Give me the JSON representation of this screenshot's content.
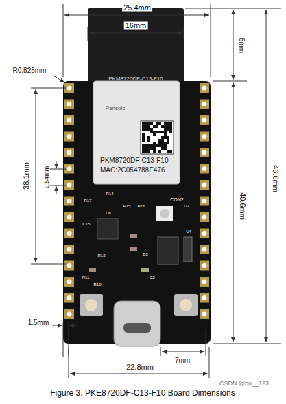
{
  "diagram": {
    "caption": "Figure 3.    PKE8720DF-C13-F10 Board Dimensions",
    "nodes": [
      {
        "text": [
          "PKM8720DF-C13-F10",
          "MAC:2C054788E476"
        ]
      }
    ],
    "labels": [
      "25.4mm",
      "16mm",
      "6mm",
      "R0.825mm",
      "46.6mm",
      "40.6mm",
      "38.1mm",
      "2.54mm",
      "PKM8720DF-C13-F10",
      "Pansoic",
      "CON2",
      "U6",
      "U4",
      "R14",
      "R15",
      "R16",
      "R17",
      "C15",
      "R11",
      "R13",
      "D2",
      "D3",
      "R10",
      "C2",
      "1.5mm",
      "7mm",
      "22.8mm",
      "CSDN @bo__123"
    ]
  }
}
